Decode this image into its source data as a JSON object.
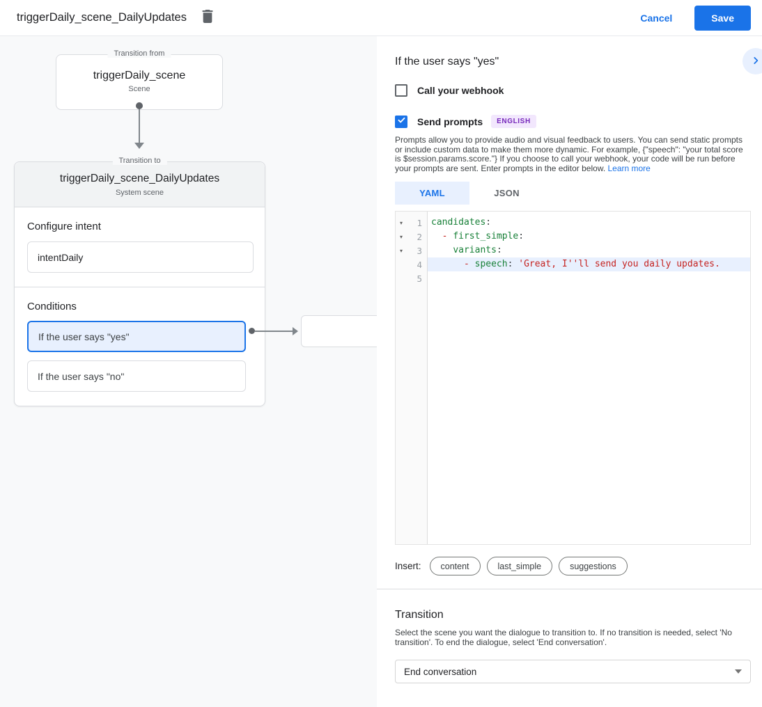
{
  "colors": {
    "accent_blue": "#1a73e8",
    "selection_bg": "#e8f0fe",
    "badge_purple_text": "#7627bb",
    "badge_purple_bg": "#f2e7fd",
    "code_key_green": "#188038",
    "code_string_red": "#c5221f",
    "panel_bg": "#f8f9fa",
    "card_header_bg": "#f1f3f4",
    "border_gray": "#dadce0"
  },
  "icons": {
    "trash": "trash-icon",
    "chevron_right": "chevron-right-icon",
    "checkbox_check": "check-icon",
    "dropdown_caret": "caret-down-icon",
    "fold_glyph": "▾"
  },
  "header": {
    "title": "triggerDaily_scene_DailyUpdates",
    "cancel_label": "Cancel",
    "save_label": "Save"
  },
  "diagram": {
    "from_box": {
      "legend": "Transition from",
      "title": "triggerDaily_scene",
      "subtitle": "Scene"
    },
    "to_card": {
      "legend": "Transition to",
      "title": "triggerDaily_scene_DailyUpdates",
      "subtitle": "System scene",
      "configure_intent_label": "Configure intent",
      "intent_value": "intentDaily",
      "conditions_label": "Conditions",
      "conditions": [
        {
          "label": "If the user says \"yes\"",
          "selected": true
        },
        {
          "label": "If the user says \"no\"",
          "selected": false
        }
      ]
    }
  },
  "panel": {
    "title": "If the user says \"yes\"",
    "webhook_checkbox_label": "Call your webhook",
    "prompts_checkbox_label": "Send prompts",
    "language_badge": "ENGLISH",
    "description": "Prompts allow you to provide audio and visual feedback to users. You can send static prompts or include custom data to make them more dynamic. For example, {\"speech\": \"your total score is $session.params.score.\"} If you choose to call your webhook, your code will be run before your prompts are sent. Enter prompts in the editor below. ",
    "learn_more_label": "Learn more",
    "tabs": [
      "YAML",
      "JSON"
    ],
    "editor": {
      "fold_icon": "▾",
      "line_numbers": [
        "1",
        "2",
        "3",
        "4",
        "5"
      ],
      "code": {
        "l1_key": "candidates",
        "l1_punc": ":",
        "l2_pre": "  ",
        "l2_dash": "- ",
        "l2_key": "first_simple",
        "l2_punc": ":",
        "l3_pre": "    ",
        "l3_key": "variants",
        "l3_punc": ":",
        "l4_pre": "      ",
        "l4_dash": "- ",
        "l4_key": "speech",
        "l4_punc": ": ",
        "l4_str": "'Great, I''ll send you daily updates."
      }
    },
    "insert_label": "Insert:",
    "insert_chips": [
      "content",
      "last_simple",
      "suggestions"
    ],
    "transition": {
      "title": "Transition",
      "description": "Select the scene you want the dialogue to transition to. If no transition is needed, select 'No transition'. To end the dialogue, select 'End conversation'.",
      "dropdown_value": "End conversation"
    }
  }
}
